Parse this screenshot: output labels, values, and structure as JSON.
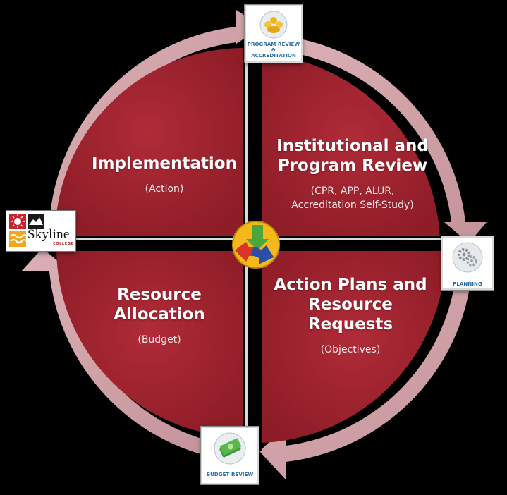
{
  "colors": {
    "background": "#000000",
    "quadrant_fill": "#a3232f",
    "ring": "#d4a5ab",
    "badge_label": "#2a6fa8"
  },
  "quadrants": [
    {
      "position": "top-left",
      "title_lines": [
        "Implementation"
      ],
      "subtitle_lines": [
        "(Action)"
      ]
    },
    {
      "position": "top-right",
      "title_lines": [
        "Institutional and",
        "Program Review"
      ],
      "subtitle_lines": [
        "(CPR, APP, ALUR,",
        "Accreditation Self-Study)"
      ]
    },
    {
      "position": "bottom-right",
      "title_lines": [
        "Action Plans and",
        "Resource",
        "Requests"
      ],
      "subtitle_lines": [
        "(Objectives)"
      ]
    },
    {
      "position": "bottom-left",
      "title_lines": [
        "Resource",
        "Allocation"
      ],
      "subtitle_lines": [
        "(Budget)"
      ]
    }
  ],
  "badges": {
    "program_review": {
      "lines": [
        "PROGRAM REVIEW",
        "&",
        "ACCREDITATION"
      ],
      "icon": "people-icon"
    },
    "planning": {
      "lines": [
        "PLANNING"
      ],
      "icon": "gears-icon"
    },
    "budget_review": {
      "lines": [
        "BUDGET REVIEW"
      ],
      "icon": "money-icon"
    }
  },
  "logo": {
    "word": "Skyline",
    "small": "COLLEGE",
    "icon": "skyline-logo-icon"
  },
  "center_icon": "cycle-arrows-icon"
}
